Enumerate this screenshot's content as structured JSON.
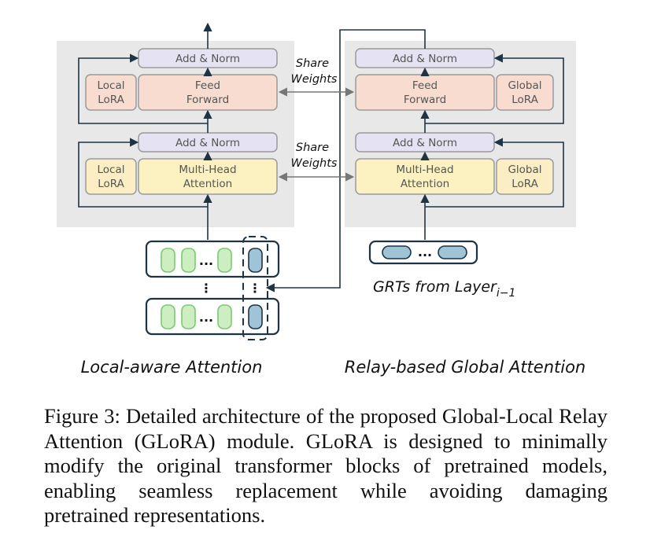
{
  "labels": {
    "add_norm": "Add & Norm",
    "feed_forward_line1": "Feed",
    "feed_forward_line2": "Forward",
    "mha_line1": "Multi-Head",
    "mha_line2": "Attention",
    "local_line1": "Local",
    "global_line1": "Global",
    "lora": "LoRA",
    "share_line1": "Share",
    "share_line2": "Weights",
    "ellipsis": "...",
    "vdots": "⋮",
    "local_title": "Local-aware Attention",
    "global_title": "Relay-based Global Attention",
    "grt_prefix": "GRTs from ",
    "grt_layer": "Layer",
    "grt_sub": "i−1"
  },
  "caption": "Figure 3: Detailed architecture of the proposed Global-Local Relay Attention (GLoRA) module. GLoRA is designed to minimally modify the original transformer blocks of pretrained models, enabling seamless replacement while avoiding damaging pretrained representations.",
  "colors": {
    "panel_bg": "#e8e8e8",
    "add_norm_fill": "#e5e3f3",
    "feed_forward_fill": "#f8dcd0",
    "lora_fill": "#fbeec4",
    "mha_fill": "#fbf1c1",
    "green_token": "#cdeec0",
    "blue_token": "#9fc4d6",
    "dark": "#1e3445",
    "gray_arrow": "#777777"
  }
}
